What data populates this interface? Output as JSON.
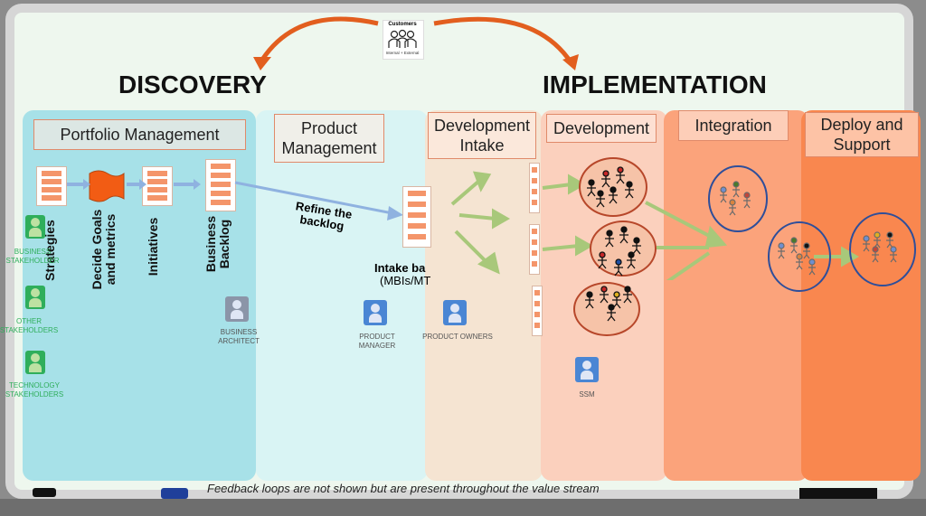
{
  "customers": {
    "title": "Customers",
    "subtitle": "Internal + External"
  },
  "headers": {
    "discovery": "DISCOVERY",
    "implementation": "IMPLEMENTATION"
  },
  "stages": {
    "portfolio": "Portfolio Management",
    "product": "Product Management",
    "dev_intake": "Development Intake",
    "development": "Development",
    "integration": "Integration",
    "deploy": "Deploy and Support"
  },
  "portfolio_items": [
    "Strategies",
    "Decide Goals and metrics",
    "Initiatives",
    "Business Backlog"
  ],
  "refine_label": "Refine the backlog",
  "intake_label": {
    "line1": "Intake ba",
    "line2": "(MBIs/MT"
  },
  "stakeholders": [
    "BUSINESS STAKEHOLDER",
    "OTHER STAKEHOLDERS",
    "TECHNOLOGY STAKEHOLDERS"
  ],
  "roles": {
    "business_architect": "BUSINESS ARCHITECT",
    "product_manager": "PRODUCT MANAGER",
    "product_owners": "PRODUCT OWNERS",
    "ssm": "SSM"
  },
  "caption": "Feedback loops are not shown but are present throughout the value stream",
  "colors": {
    "discovery_panel": "#a7e1e8",
    "product_panel": "#d9f4f4",
    "intake_panel": "#f5e4d2",
    "development_panel": "#fbd0bd",
    "integration_panel": "#fba37b",
    "deploy_panel": "#f9874f",
    "arrow_green": "#a8c87a",
    "arrow_blue": "#8fb2e0",
    "arrow_orange": "#e25e1e"
  }
}
